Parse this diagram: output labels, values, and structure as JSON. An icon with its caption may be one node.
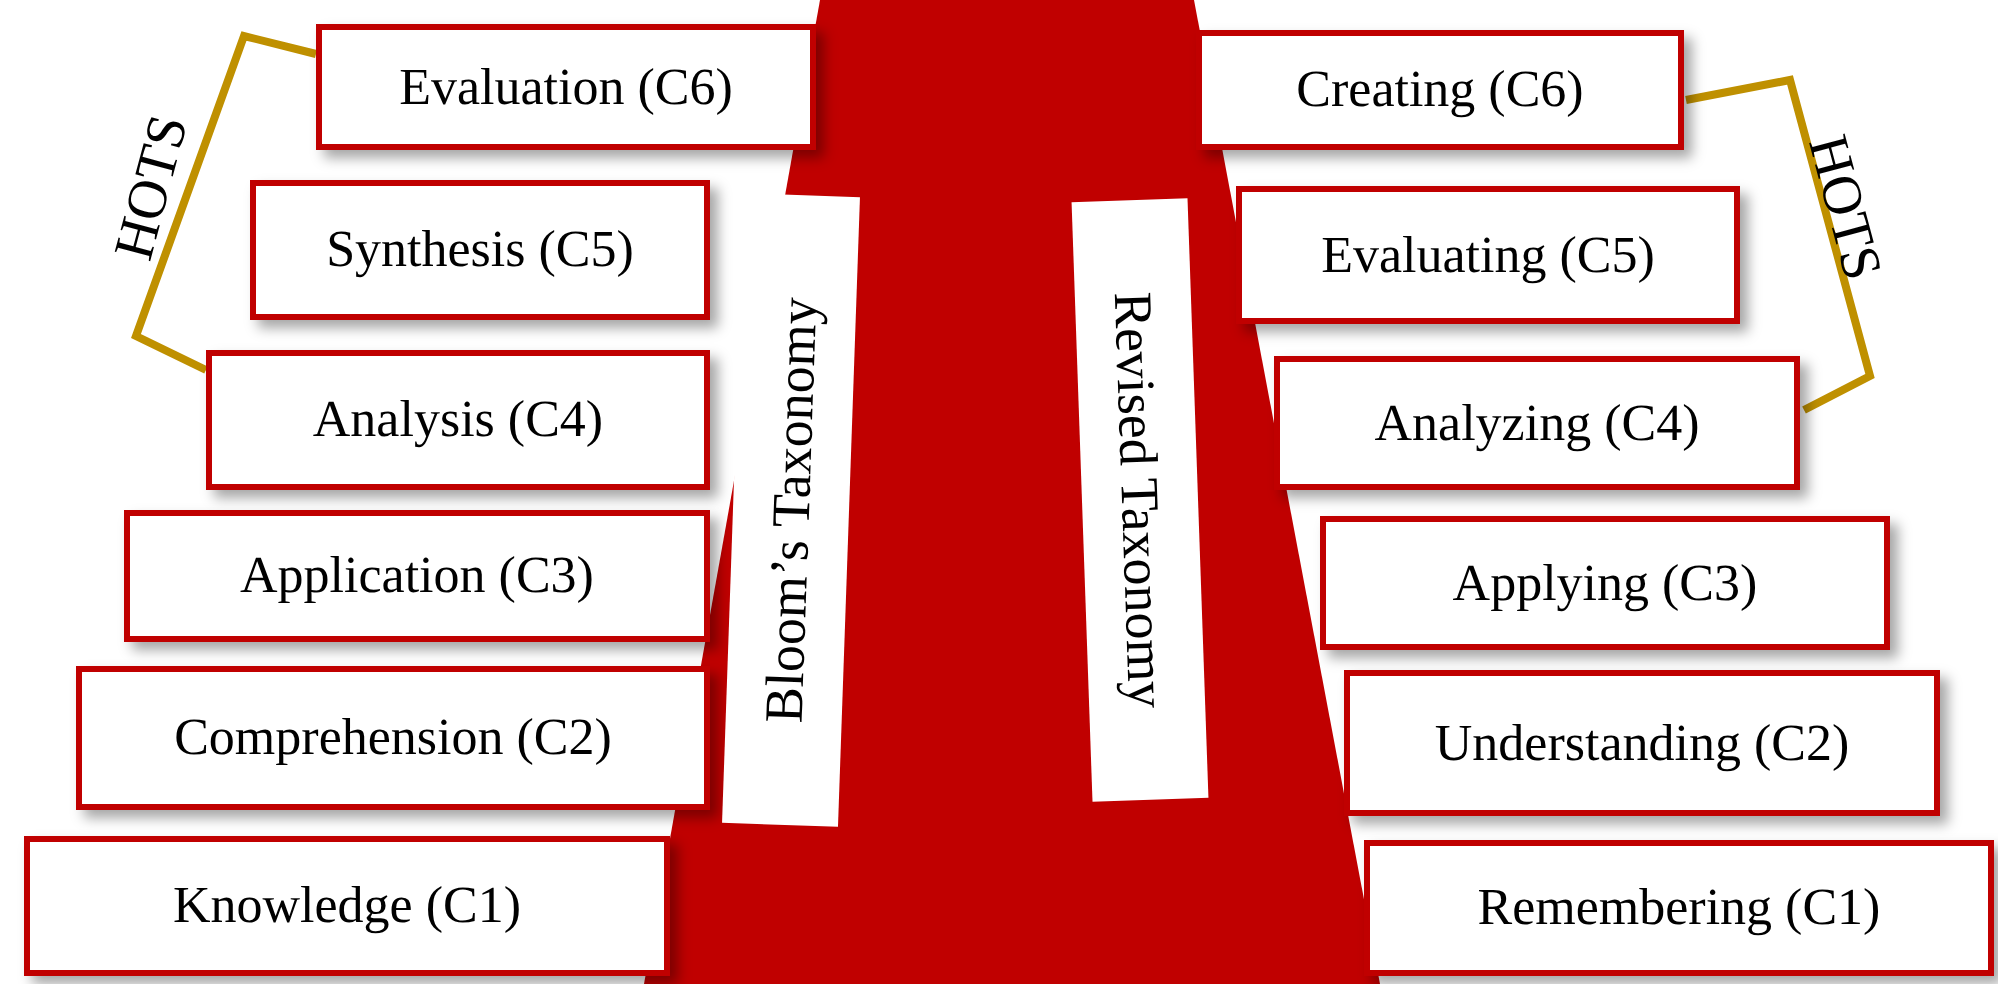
{
  "diagram": {
    "nodes": [
      {
        "text": [
          "Evaluation (C6)"
        ]
      },
      {
        "text": [
          "Synthesis (C5)"
        ]
      },
      {
        "text": [
          "Analysis (C4)"
        ]
      },
      {
        "text": [
          "Application (C3)"
        ]
      },
      {
        "text": [
          "Comprehension (C2)"
        ]
      },
      {
        "text": [
          "Knowledge (C1)"
        ]
      },
      {
        "text": [
          "Bloom’s Taxonomy"
        ]
      },
      {
        "text": [
          "Revised Taxonomy"
        ]
      },
      {
        "text": [
          "Creating (C6)"
        ]
      },
      {
        "text": [
          "Evaluating (C5)"
        ]
      },
      {
        "text": [
          "Analyzing (C4)"
        ]
      },
      {
        "text": [
          "Applying (C3)"
        ]
      },
      {
        "text": [
          "Understanding (C2)"
        ]
      },
      {
        "text": [
          "Remembering (C1)"
        ]
      }
    ],
    "labels": [
      "HOTS",
      "HOTS"
    ]
  }
}
